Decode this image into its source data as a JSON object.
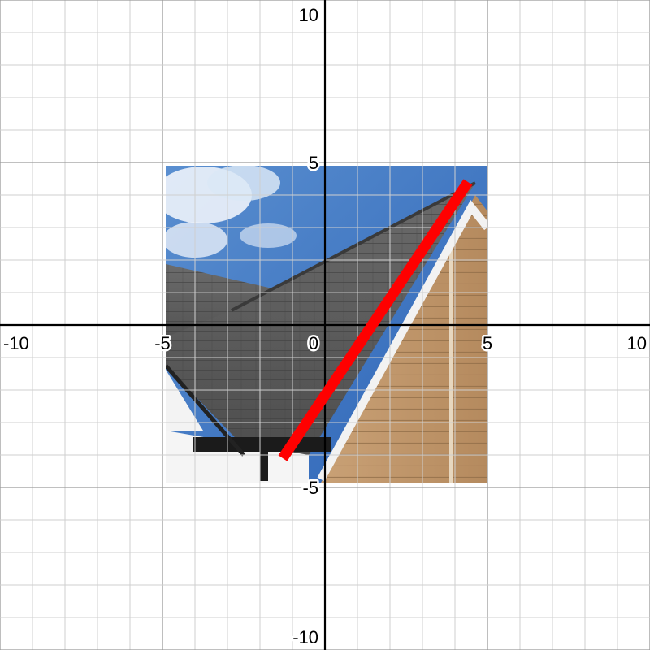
{
  "graph": {
    "x_range": [
      -10,
      10
    ],
    "y_range": [
      -10,
      10
    ],
    "minor_grid_step": 1,
    "major_grid_step": 5,
    "x_tick_labels": [
      {
        "value": -10,
        "text": "-10"
      },
      {
        "value": -5,
        "text": "-5"
      },
      {
        "value": 0,
        "text": "0"
      },
      {
        "value": 5,
        "text": "5"
      },
      {
        "value": 10,
        "text": "10"
      }
    ],
    "y_tick_labels": [
      {
        "value": 10,
        "text": "10"
      },
      {
        "value": 5,
        "text": "5"
      },
      {
        "value": -5,
        "text": "-5"
      },
      {
        "value": -10,
        "text": "-10"
      }
    ],
    "background_image": {
      "subject": "house gable roof photo",
      "x_extent": [
        -4.8,
        5
      ],
      "y_extent": [
        -4.8,
        4.8
      ]
    },
    "segment": {
      "from": [
        -1.3,
        -4.1
      ],
      "to": [
        4.4,
        4.4
      ],
      "color": "#ff0000"
    }
  }
}
